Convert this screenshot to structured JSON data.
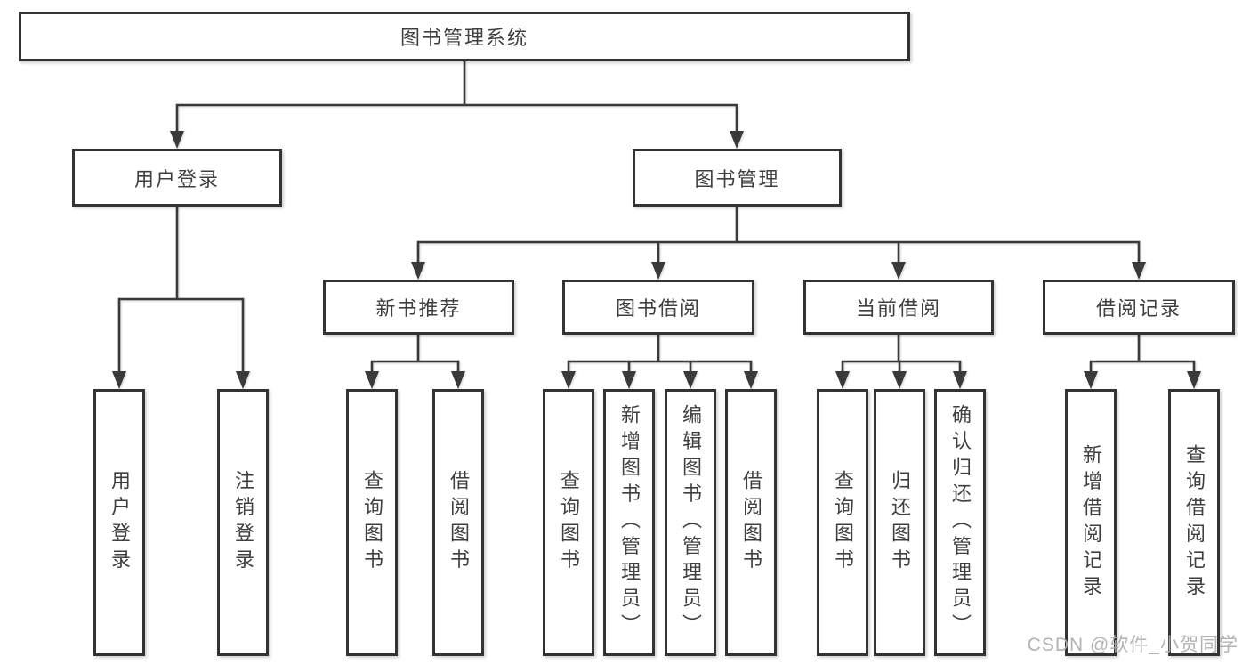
{
  "tree": {
    "root": {
      "label": "图书管理系统",
      "children": [
        {
          "label": "用户登录",
          "children": [
            {
              "label": "用户登录"
            },
            {
              "label": "注销登录"
            }
          ]
        },
        {
          "label": "图书管理",
          "children": [
            {
              "label": "新书推荐",
              "children": [
                {
                  "label": "查询图书"
                },
                {
                  "label": "借阅图书"
                }
              ]
            },
            {
              "label": "图书借阅",
              "children": [
                {
                  "label": "查询图书"
                },
                {
                  "label": "新增图书（管理员）"
                },
                {
                  "label": "编辑图书（管理员）"
                },
                {
                  "label": "借阅图书"
                }
              ]
            },
            {
              "label": "当前借阅",
              "children": [
                {
                  "label": "查询图书"
                },
                {
                  "label": "归还图书"
                },
                {
                  "label": "确认归还（管理员）"
                }
              ]
            },
            {
              "label": "借阅记录",
              "children": [
                {
                  "label": "新增借阅记录"
                },
                {
                  "label": "查询借阅记录"
                }
              ]
            }
          ]
        }
      ]
    }
  },
  "watermark": "CSDN @软件_小贺同学",
  "colors": {
    "line": "#3a3a3a",
    "border": "#333333",
    "text": "#3f3f3f",
    "watermark": "#acacac",
    "background": "#ffffff"
  }
}
